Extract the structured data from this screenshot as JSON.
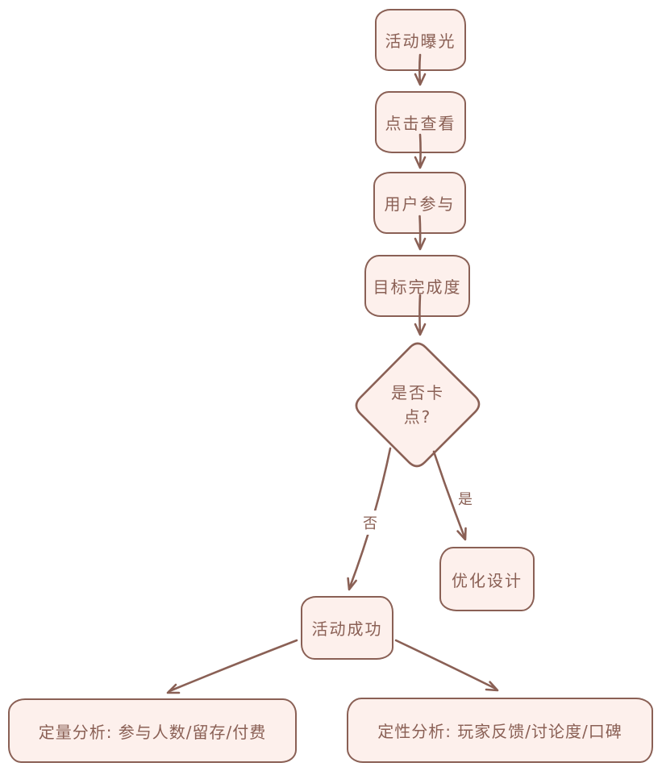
{
  "colors": {
    "stroke": "#8a6055",
    "node_fill": "#fdf0ec",
    "background": "#ffffff"
  },
  "flowchart": {
    "nodes": [
      {
        "id": "exposure",
        "shape": "rounded-rect",
        "label": "活动曝光"
      },
      {
        "id": "click",
        "shape": "rounded-rect",
        "label": "点击查看"
      },
      {
        "id": "participate",
        "shape": "rounded-rect",
        "label": "用户参与"
      },
      {
        "id": "goal",
        "shape": "rounded-rect",
        "label": "目标完成度"
      },
      {
        "id": "decision",
        "shape": "diamond",
        "label": "是否卡点?",
        "label_lines": [
          "是否卡",
          "点?"
        ]
      },
      {
        "id": "optimize",
        "shape": "rounded-rect",
        "label": "优化设计"
      },
      {
        "id": "success",
        "shape": "rounded-rect",
        "label": "活动成功"
      },
      {
        "id": "quantitative",
        "shape": "rounded-rect",
        "label": "定量分析: 参与人数/留存/付费"
      },
      {
        "id": "qualitative",
        "shape": "rounded-rect",
        "label": "定性分析: 玩家反馈/讨论度/口碑"
      }
    ],
    "edges": [
      {
        "from": "exposure",
        "to": "click",
        "label": ""
      },
      {
        "from": "click",
        "to": "participate",
        "label": ""
      },
      {
        "from": "participate",
        "to": "goal",
        "label": ""
      },
      {
        "from": "goal",
        "to": "decision",
        "label": ""
      },
      {
        "from": "decision",
        "to": "success",
        "label": "否"
      },
      {
        "from": "decision",
        "to": "optimize",
        "label": "是"
      },
      {
        "from": "success",
        "to": "quantitative",
        "label": ""
      },
      {
        "from": "success",
        "to": "qualitative",
        "label": ""
      }
    ]
  }
}
